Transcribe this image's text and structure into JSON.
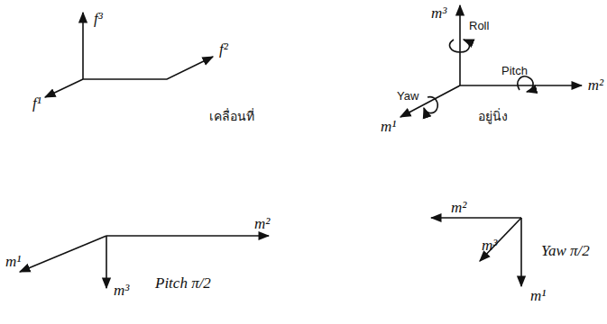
{
  "diagram": {
    "labels": [
      "f³",
      "f²",
      "f¹",
      "เคลื่อนที่",
      "m³",
      "Roll",
      "Pitch",
      "m²",
      "Yaw",
      "m¹",
      "อยู่นิ่ง",
      "m²",
      "m¹",
      "m³",
      "Pitch π/2",
      "m²",
      "Yaw π/2",
      "m³",
      "m¹"
    ]
  }
}
